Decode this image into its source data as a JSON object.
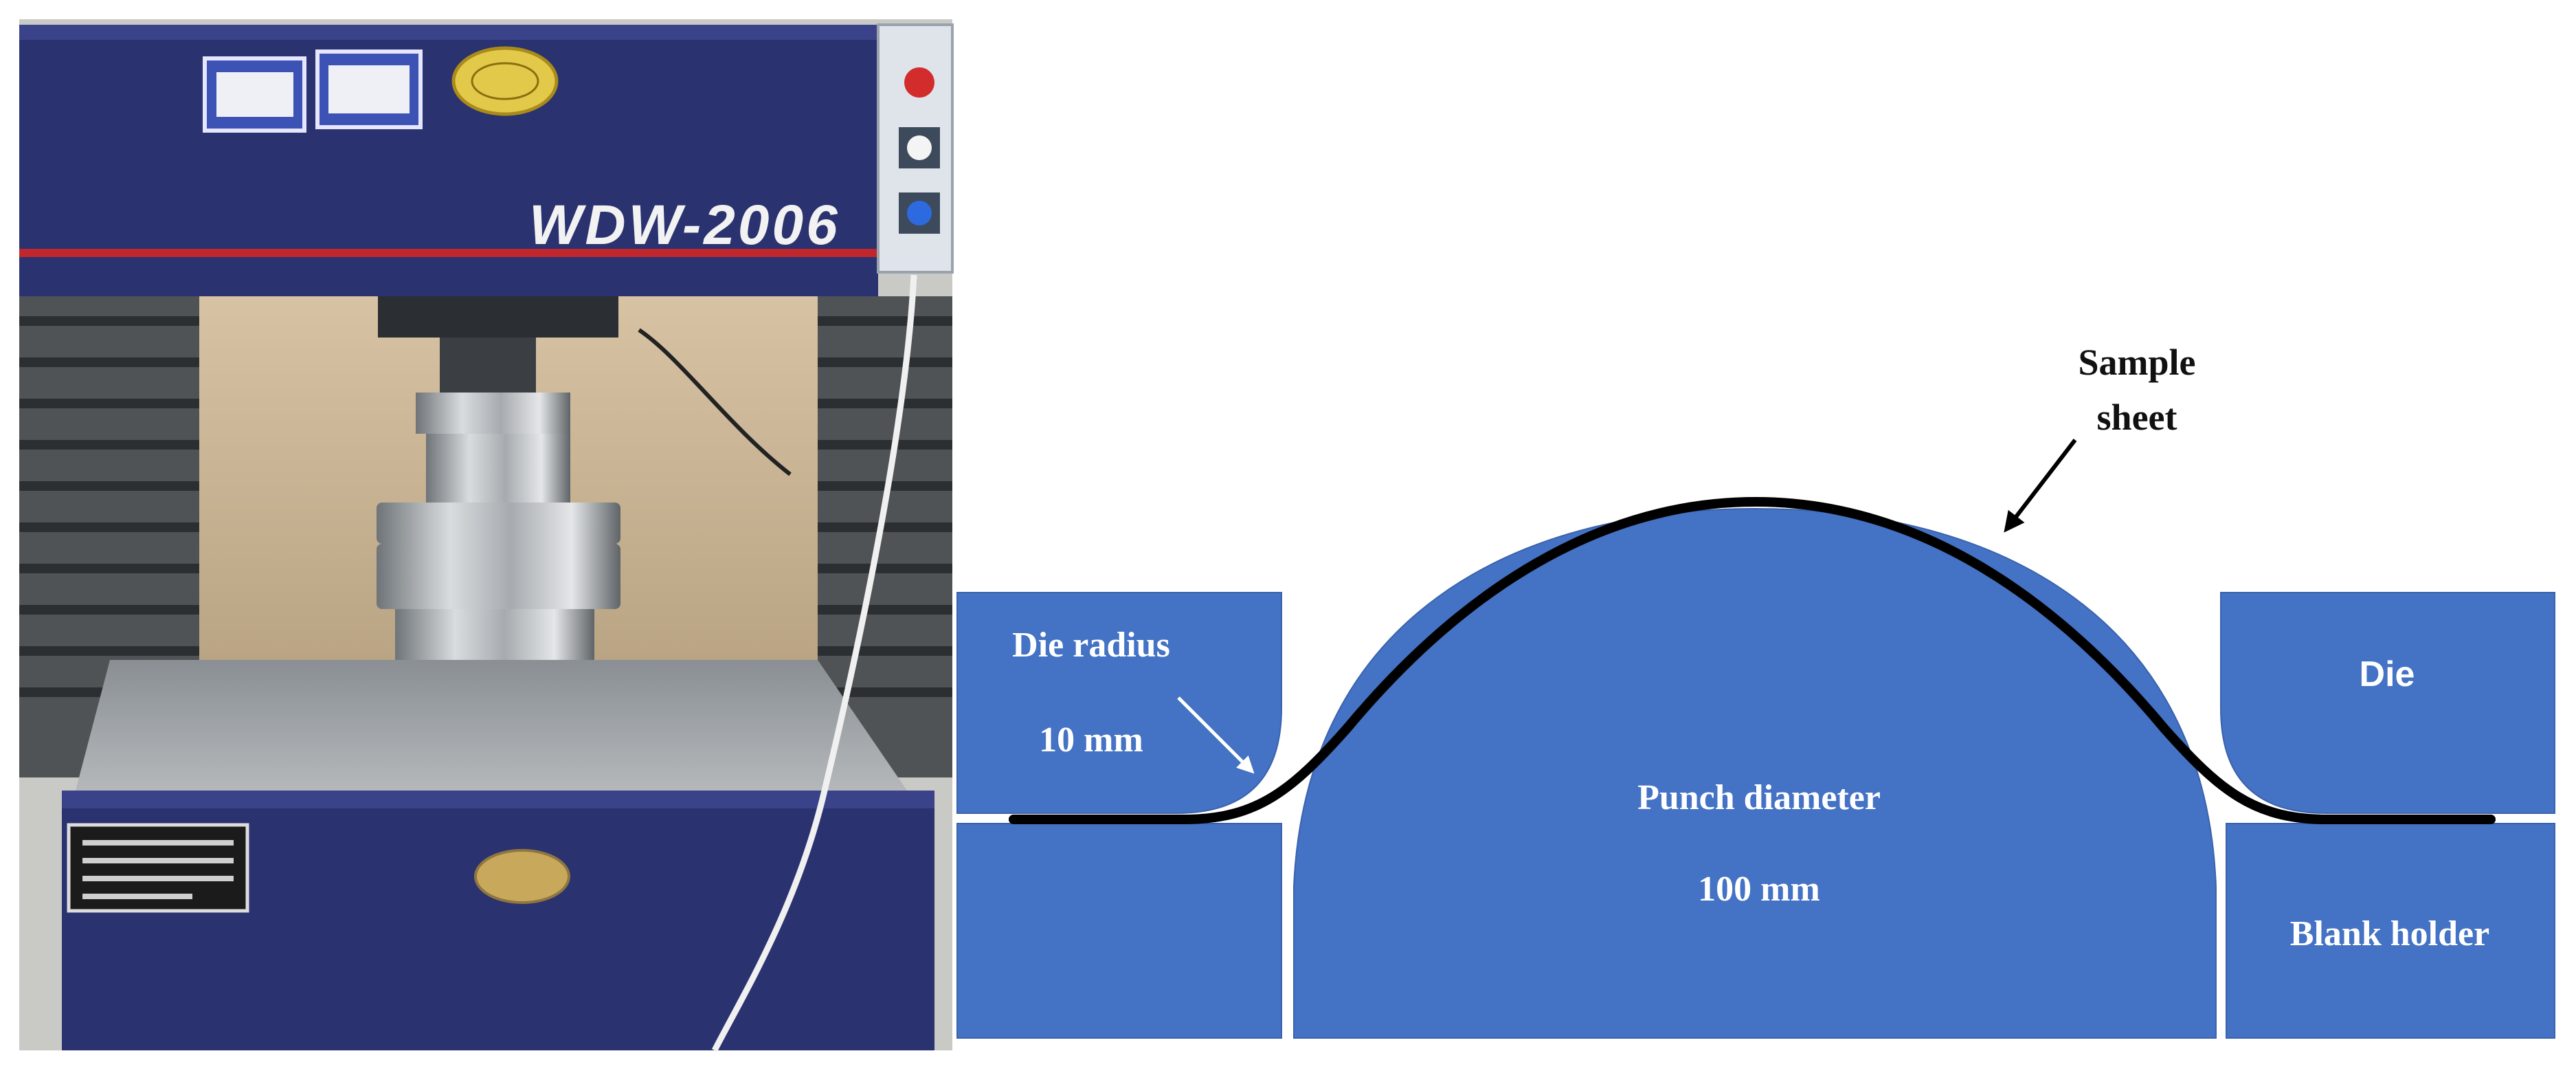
{
  "photo": {
    "machine_label": "WDW-2006"
  },
  "diagram": {
    "sample_sheet_label": [
      "Sample",
      "sheet"
    ],
    "die_radius_label": [
      "Die radius",
      "10 mm"
    ],
    "die_label": "Die",
    "punch_label": [
      "Punch diameter",
      "100 mm"
    ],
    "blank_holder_label": "Blank holder"
  },
  "colors": {
    "tool_fill": "#4472c4",
    "sheet": "#000000",
    "machine_body": "#2a3270",
    "stripe": "#c0272d"
  }
}
